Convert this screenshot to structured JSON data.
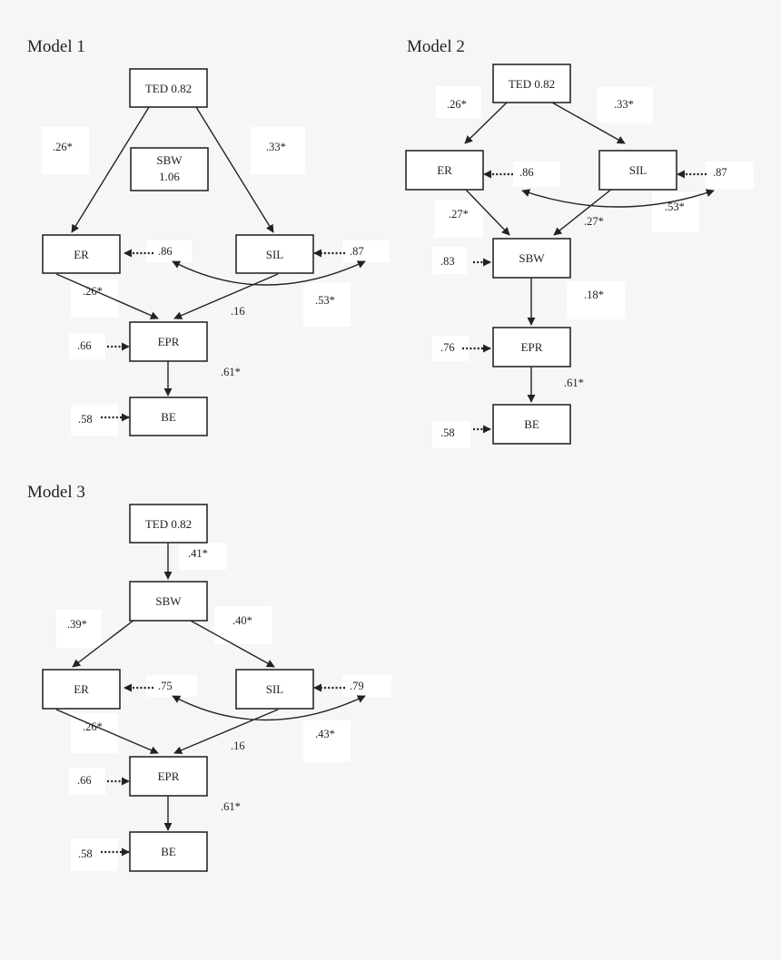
{
  "models": [
    {
      "title": "Model 1",
      "nodes": {
        "ted": "TED 0.82",
        "sbw_line1": "SBW",
        "sbw_line2": "1.06",
        "er": "ER",
        "sil": "SIL",
        "epr": "EPR",
        "be": "BE"
      },
      "paths": {
        "ted_er": ".26*",
        "ted_sil": ".33*",
        "er_epr": ".26*",
        "sil_epr": ".16",
        "epr_be": ".61*",
        "er_sil_cov": ".53*"
      },
      "residuals": {
        "er": ".86",
        "sil": ".87",
        "epr": ".66",
        "be": ".58"
      }
    },
    {
      "title": "Model 2",
      "nodes": {
        "ted": "TED 0.82",
        "er": "ER",
        "sil": "SIL",
        "sbw": "SBW",
        "epr": "EPR",
        "be": "BE"
      },
      "paths": {
        "ted_er": ".26*",
        "ted_sil": ".33*",
        "er_sbw": ".27*",
        "sil_sbw": ".27*",
        "sbw_epr": ".18*",
        "epr_be": ".61*",
        "er_sil_cov": ".53*"
      },
      "residuals": {
        "er": ".86",
        "sil": ".87",
        "sbw": ".83",
        "epr": ".76",
        "be": ".58"
      }
    },
    {
      "title": "Model 3",
      "nodes": {
        "ted": "TED 0.82",
        "sbw": "SBW",
        "er": "ER",
        "sil": "SIL",
        "epr": "EPR",
        "be": "BE"
      },
      "paths": {
        "ted_sbw": ".41*",
        "sbw_er": ".39*",
        "sbw_sil": ".40*",
        "er_epr": ".26*",
        "sil_epr": ".16",
        "epr_be": ".61*",
        "er_sil_cov": ".43*"
      },
      "residuals": {
        "er": ".75",
        "sil": ".79",
        "epr": ".66",
        "be": ".58"
      }
    }
  ]
}
